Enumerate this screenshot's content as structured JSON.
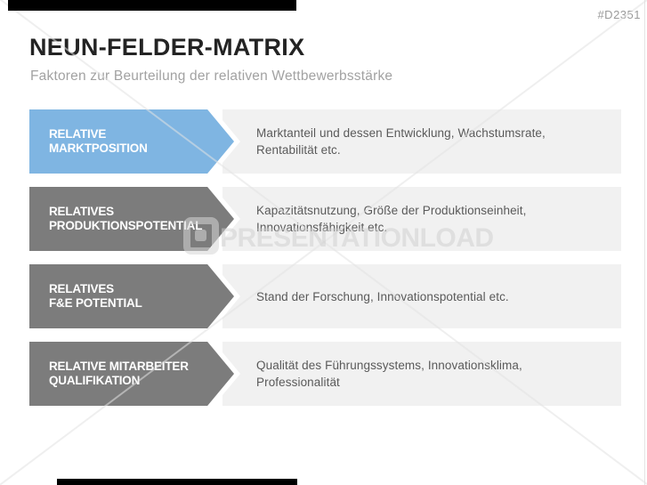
{
  "page": {
    "slide_id": "#D2351",
    "title": "NEUN-FELDER-MATRIX",
    "subtitle": "Faktoren zur Beurteilung der relativen Wettbewerbsstärke"
  },
  "watermark": {
    "text": "PRESENTATIONLOAD",
    "logo": "presentationload-logo"
  },
  "colors": {
    "accent_blue": "#7fb5e2",
    "arrow_gray": "#7c7c7c",
    "panel_gray": "#f1f1f1",
    "desc_text_gray": "#5a5a5a",
    "subtitle_gray": "#a2a2a2"
  },
  "rows": [
    {
      "label_lines": [
        "RELATIVE",
        "MARKTPOSITION"
      ],
      "color": "blue",
      "desc_lines": [
        "Marktanteil und dessen Entwicklung, Wachstumsrate,",
        "Rentabilität etc."
      ]
    },
    {
      "label_lines": [
        "RELATIVES",
        "PRODUKTIONSPOTENTIAL"
      ],
      "color": "gray",
      "desc_lines": [
        "Kapazitätsnutzung, Größe der Produktionseinheit,",
        "Innovationsfähigkeit etc."
      ]
    },
    {
      "label_lines": [
        "RELATIVES",
        "F&E POTENTIAL"
      ],
      "color": "gray",
      "desc_lines": [
        "Stand der Forschung, Innovationspotential etc."
      ]
    },
    {
      "label_lines": [
        "RELATIVE MITARBEITER",
        "QUALIFIKATION"
      ],
      "color": "gray",
      "desc_lines": [
        "Qualität des Führungssystems, Innovationsklima,",
        "Professionalität"
      ]
    }
  ]
}
